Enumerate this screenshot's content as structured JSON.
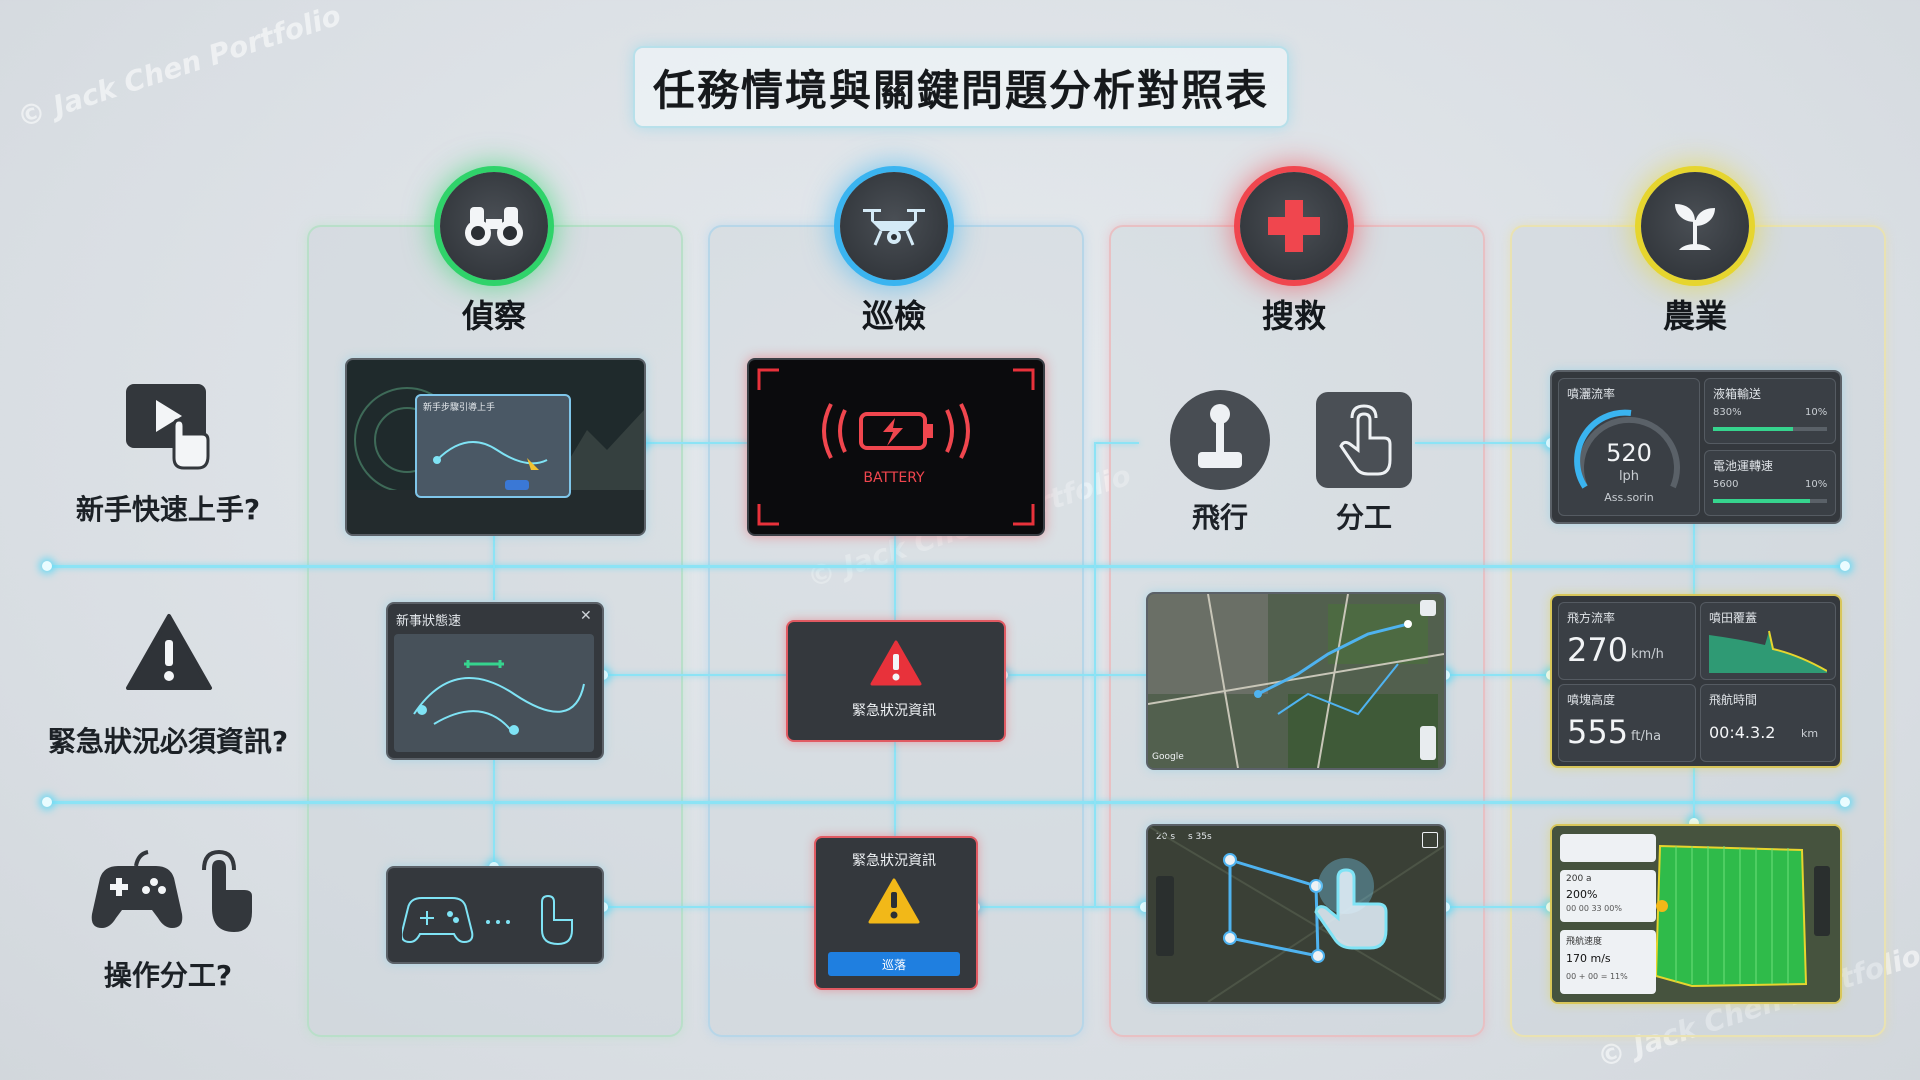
{
  "title": "任務情境與關鍵問題分析對照表",
  "watermark": "© Jack Chen Portfolio",
  "colors": {
    "green": "#2fd36a",
    "blue": "#3ab4f0",
    "red": "#f0464e",
    "yellow": "#e6d52e",
    "line": "#8ce3f5"
  },
  "columns": [
    {
      "label": "偵察",
      "icon": "binoculars-icon"
    },
    {
      "label": "巡檢",
      "icon": "drone-icon"
    },
    {
      "label": "搜救",
      "icon": "medical-cross-icon"
    },
    {
      "label": "農業",
      "icon": "plant-icon"
    }
  ],
  "rows": [
    {
      "label": "新手快速上手?",
      "icon": "video-tap-icon"
    },
    {
      "label": "緊急狀況必須資訊?",
      "icon": "warning-icon"
    },
    {
      "label": "操作分工?",
      "icon": "gamepad-touch-icon"
    }
  ],
  "cells": {
    "recon_tutorial_title": "新手步驟引導上手",
    "recon_status_title": "新事狀態速",
    "patrol_battery_label": "BATTERY",
    "patrol_emergency_label": "緊急狀況資訊",
    "patrol_emergency_title": "緊急狀況資訊",
    "patrol_emergency_button": "巡落",
    "rescue_flight_label": "飛行",
    "rescue_division_label": "分工",
    "rescue_map_header_a": "20 s",
    "rescue_map_header_b": "s 35s",
    "rescue_map_footer": "Google",
    "agri_metric1_title": "噴灑流率",
    "agri_metric1_value": "520",
    "agri_metric1_unit": "lph",
    "agri_metric1_sub": "Ass.sorin",
    "agri_bar1_title": "液箱輸送",
    "agri_bar1_left": "830%",
    "agri_bar1_right": "10%",
    "agri_bar2_title": "電池運轉速",
    "agri_bar2_left": "5600",
    "agri_bar2_right": "10%",
    "agri_speed_title": "飛方流率",
    "agri_speed_value": "270",
    "agri_speed_unit": "km/h",
    "agri_cover_title": "噴田覆蓋",
    "agri_alt_title": "噴塊高度",
    "agri_alt_value": "555",
    "agri_alt_unit": "ft/ha",
    "agri_time_title": "飛航時間",
    "agri_time_value": "00:4.3.2",
    "agri_time_unit": "km",
    "agri_map_a_title": "200 a",
    "agri_map_a_value": "200%",
    "agri_map_a_sub": "00 00 33 00%",
    "agri_map_b_title": "飛航速度",
    "agri_map_b_value": "170 m/s",
    "agri_map_b_sub": "00 + 00 = 11%"
  }
}
